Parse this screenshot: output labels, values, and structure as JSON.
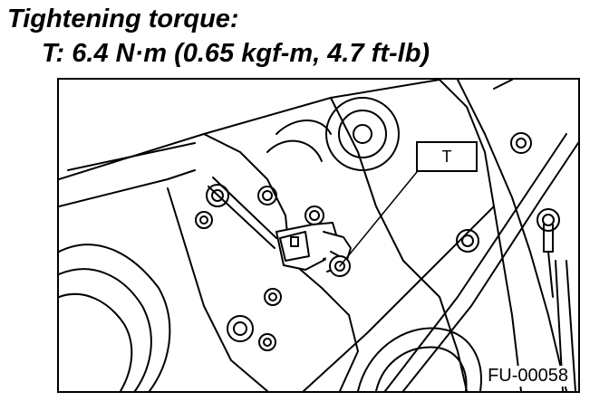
{
  "heading": "Tightening torque:",
  "torque_spec": "T: 6.4 N·m (0.65 kgf-m, 4.7 ft-lb)",
  "callout_label": "T",
  "figure_id": "FU-00058"
}
